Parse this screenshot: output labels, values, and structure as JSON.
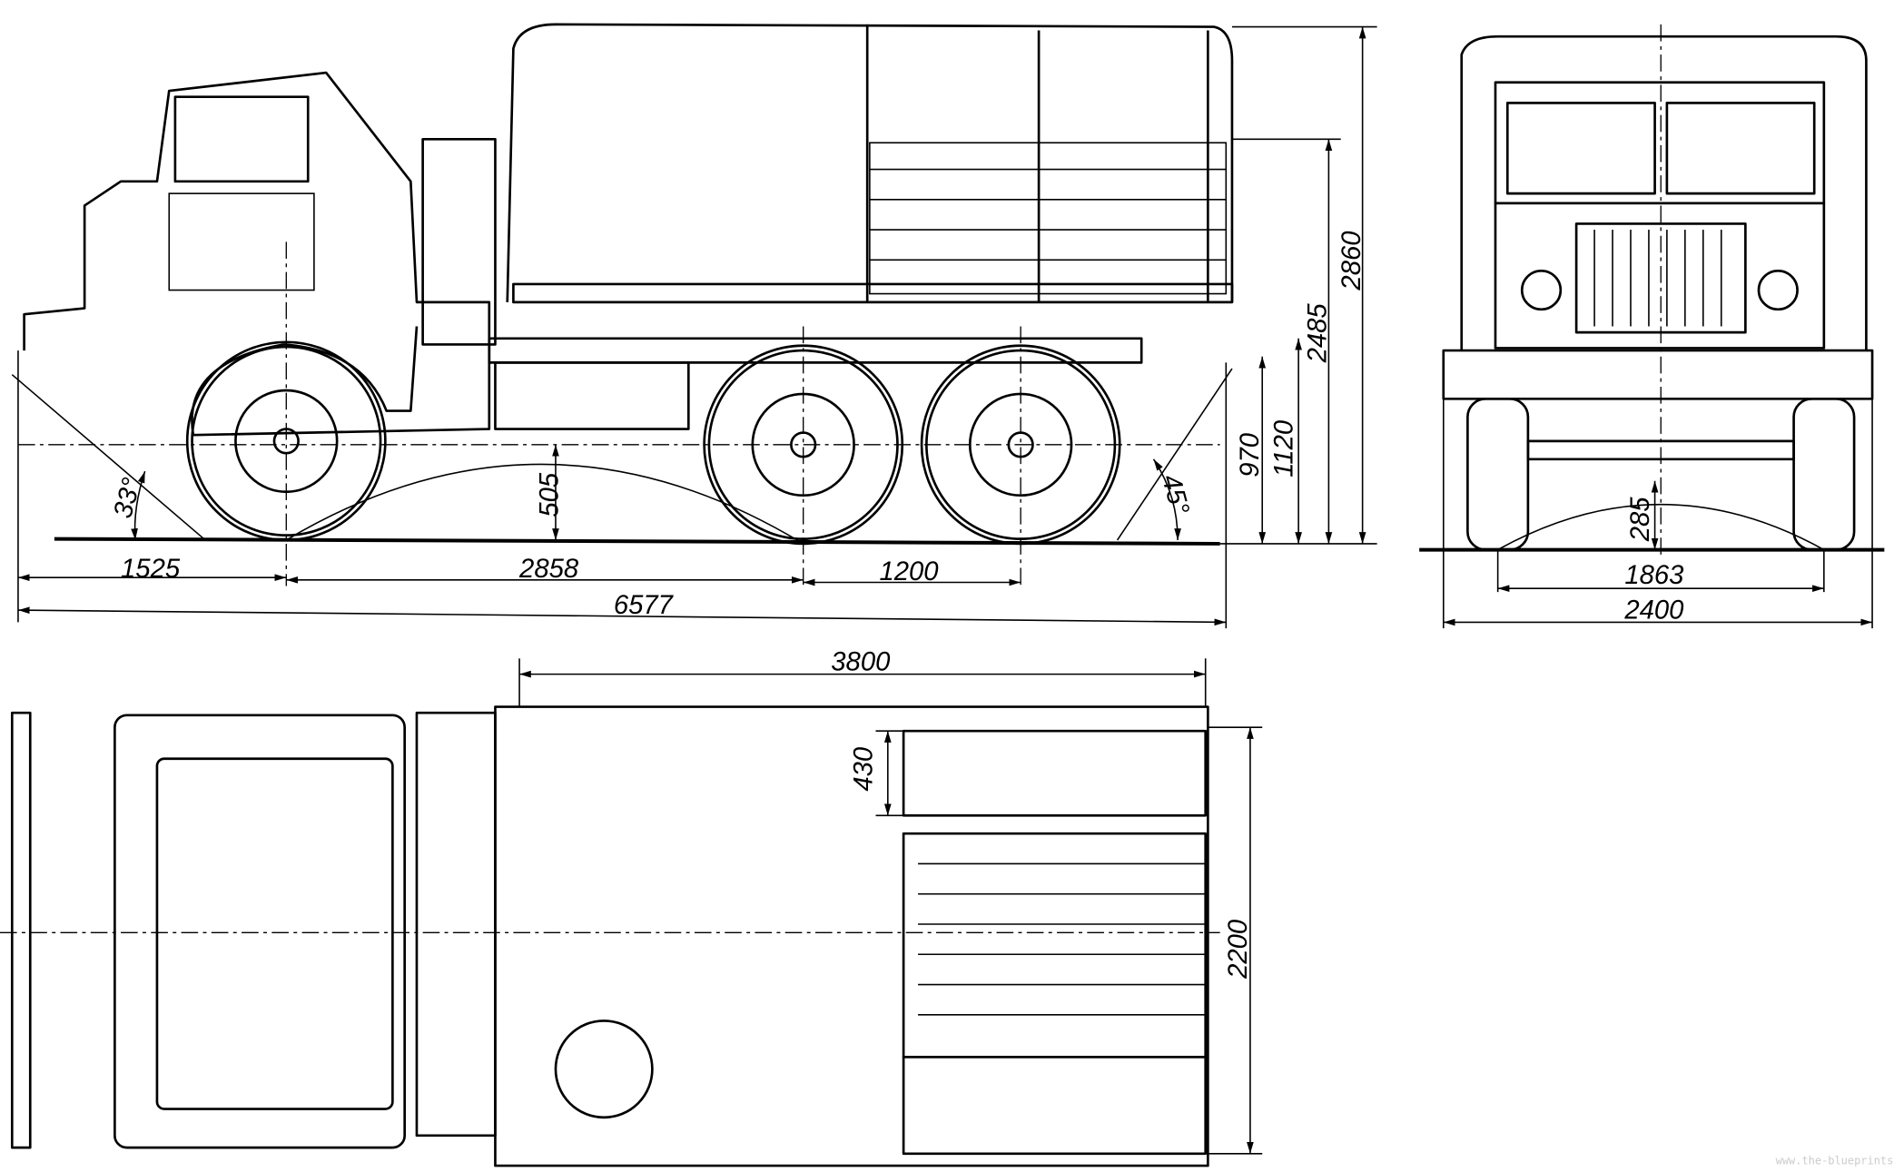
{
  "side_view": {
    "dimensions": {
      "front_overhang": "1525",
      "wheelbase_front": "2858",
      "wheelbase_rear": "1200",
      "overall_length": "6577",
      "ground_clearance": "505",
      "frame_height": "970",
      "platform_height": "1120",
      "cab_height": "2485",
      "overall_height": "2860",
      "approach_angle": "33°",
      "departure_angle": "45°"
    }
  },
  "front_view": {
    "dimensions": {
      "track": "1863",
      "overall_width": "2400",
      "axle_clearance": "285"
    }
  },
  "top_view": {
    "dimensions": {
      "body_length": "3800",
      "bench_width": "430",
      "body_width": "2200"
    }
  },
  "watermark": "www.the-blueprints.com"
}
